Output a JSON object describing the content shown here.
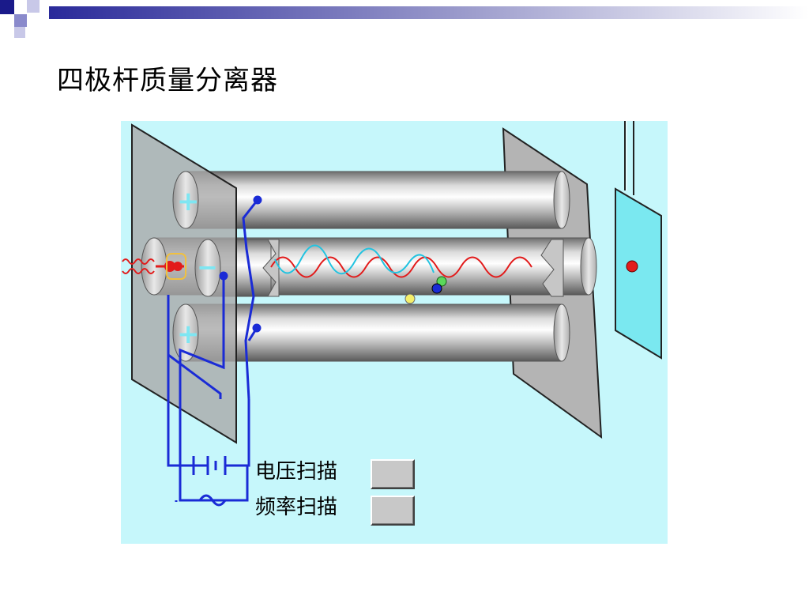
{
  "slide": {
    "title": "四极杆质量分离器"
  },
  "controls": {
    "voltage_scan_label": "电压扫描",
    "frequency_scan_label": "频率扫描"
  },
  "rods": {
    "positive_symbol": "+",
    "negative_symbol": "−"
  },
  "colors": {
    "accent_blue": "#1a1a99",
    "scene_bg": "#c6f7fb",
    "wire": "#1a2bd6",
    "ion_path_red": "#e21b1b",
    "ion_path_cyan": "#22c3e0",
    "detector": "#7ae8f0"
  },
  "icons": [
    "dc-battery-icon",
    "ac-sine-icon"
  ]
}
